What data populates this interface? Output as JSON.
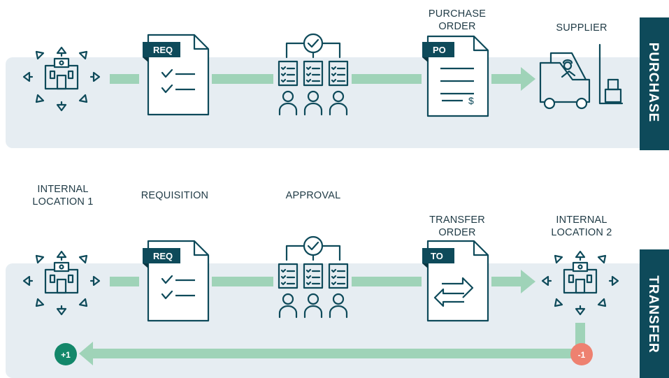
{
  "labels": {
    "purchase_order_1": "PURCHASE",
    "purchase_order_2": "ORDER",
    "supplier": "SUPPLIER",
    "internal_location_1_line1": "INTERNAL",
    "internal_location_1_line2": "LOCATION 1",
    "requisition": "REQUISITION",
    "approval": "APPROVAL",
    "transfer_order_1": "TRANSFER",
    "transfer_order_2": "ORDER",
    "internal_location_2_line1": "INTERNAL",
    "internal_location_2_line2": "LOCATION 2"
  },
  "tabs": {
    "purchase": "PURCHASE",
    "transfer": "TRANSFER"
  },
  "doc_tags": {
    "req_top": "REQ",
    "po": "PO",
    "req_bottom": "REQ",
    "to": "TO"
  },
  "po_symbol": "$",
  "badges": {
    "plus": "+1",
    "minus": "-1"
  },
  "colors": {
    "dark_teal": "#0e4a5a",
    "band": "#e6edf2",
    "arrow_green": "#9fd3b8",
    "plus_badge": "#13876a",
    "minus_badge": "#ee8170",
    "line": "#0e4a5a"
  }
}
